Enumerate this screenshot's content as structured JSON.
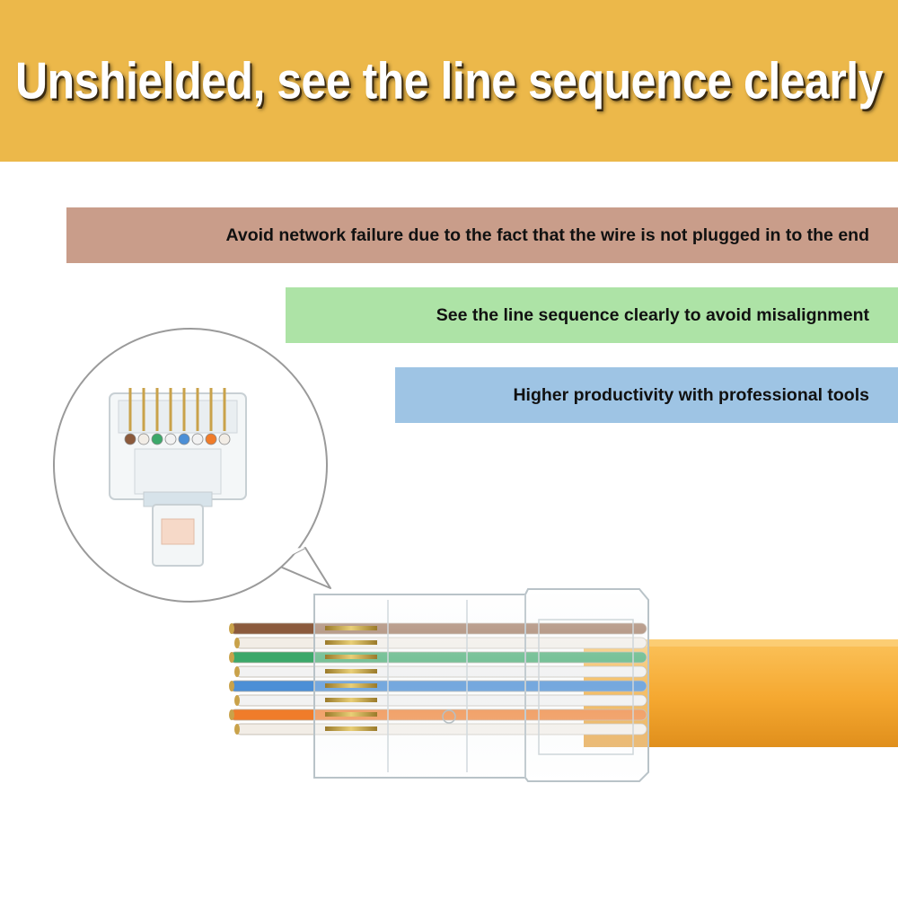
{
  "banner": {
    "title": "Unshielded, see the line sequence clearly",
    "background": "#ECB84A"
  },
  "features": [
    {
      "text": "Avoid network failure due to the fact that the wire is not plugged in to the end",
      "color": "#C99D8A"
    },
    {
      "text": "See the line sequence clearly to avoid misalignment",
      "color": "#ADE3A6"
    },
    {
      "text": "Higher productivity with professional tools",
      "color": "#9EC4E4"
    }
  ],
  "illustration": {
    "subject": "RJ45 pass-through connector with crimped network cable",
    "wire_colors": [
      "#8B5A3C",
      "#F2EDE6",
      "#3CA86A",
      "#F2F2F2",
      "#4C8FD6",
      "#F2F2F2",
      "#F07C2A",
      "#F2EDE6"
    ],
    "cable_jacket_color": "#F5A830"
  }
}
